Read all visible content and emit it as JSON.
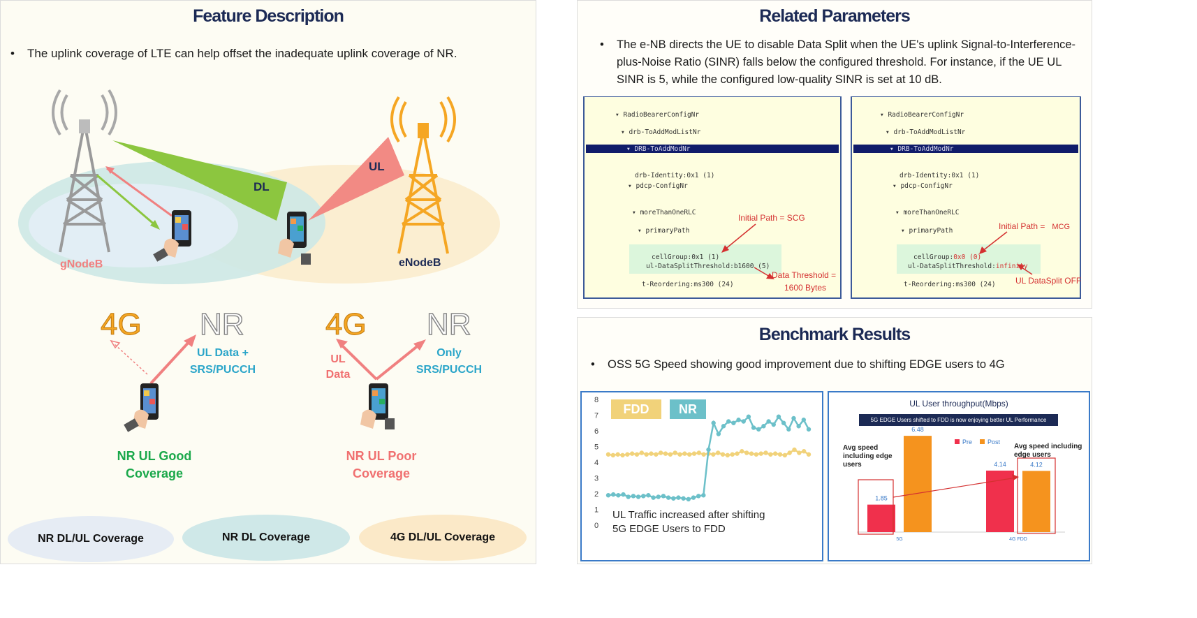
{
  "feature": {
    "title": "Feature Description",
    "bullet": "The uplink coverage of LTE can help offset the inadequate uplink coverage of NR.",
    "gnodeb": "gNodeB",
    "enodeb": "eNodeB",
    "dl": "DL",
    "ul": "UL",
    "left_4g": "4G",
    "left_nr": "NR",
    "left_arrow_label_1": "UL Data +",
    "left_arrow_label_2": "SRS/PUCCH",
    "right_4g": "4G",
    "right_nr": "NR",
    "right_ul_label_1": "UL",
    "right_ul_label_2": "Data",
    "right_only_1": "Only",
    "right_only_2": "SRS/PUCCH",
    "good_1": "NR UL Good",
    "good_2": "Coverage",
    "poor_1": "NR UL Poor",
    "poor_2": "Coverage",
    "legend_1": "NR DL/UL Coverage",
    "legend_2": "NR DL Coverage",
    "legend_3": "4G DL/UL Coverage",
    "colors": {
      "green": "#8cc63f",
      "red": "#f08080",
      "orange": "#f5a623",
      "nr_green": "#1aa84a",
      "nr_red": "#f07070",
      "cyan": "#2aa5c9"
    }
  },
  "params": {
    "title": "Related Parameters",
    "bullet": "The e-NB directs the UE to disable Data Split when the UE's uplink Signal-to-Interference-plus-Noise Ratio (SINR) falls below the configured threshold. For instance, if the UE UL SINR is 5, while the configured low-quality SINR is set at 10 dB.",
    "left": {
      "l1": "RadioBearerConfigNr",
      "l2": "drb-ToAddModListNr",
      "l3": "DRB-ToAddModNr",
      "l4": "drb-Identity:0x1 (1)",
      "l5": "pdcp-ConfigNr",
      "l6": "moreThanOneRLC",
      "l7": "primaryPath",
      "l8": "cellGroup:0x1 (1)",
      "l9": "ul-DataSplitThreshold:b1600 (5)",
      "l10": "t-Reordering:ms300 (24)",
      "a1": "Initial Path = SCG",
      "a2": "Data Threshold =",
      "a3": "1600 Bytes"
    },
    "right": {
      "l1": "RadioBearerConfigNr",
      "l2": "drb-ToAddModListNr",
      "l3": "DRB-ToAddModNr",
      "l4": "drb-Identity:0x1 (1)",
      "l5": "pdcp-ConfigNr",
      "l6": "moreThanOneRLC",
      "l7": "primaryPath",
      "l8a": "cellGroup:",
      "l8b": "0x0 (0)",
      "l9a": "ul-DataSplitThreshold:",
      "l9b": "infinity",
      "l10": "t-Reordering:ms300 (24)",
      "a1": "Initial Path =",
      "a1b": "MCG",
      "a2": "UL DataSplit OFF"
    }
  },
  "bench": {
    "title": "Benchmark Results",
    "bullet": "OSS 5G Speed showing good improvement due to shifting EDGE users to 4G",
    "line_caption_1": "UL Traffic increased after shifting",
    "line_caption_2": "5G EDGE Users to FDD",
    "bar_title": "UL User throughput(Mbps)",
    "bar_banner": "5G EDGE Users shifted to FDD is now enjoying better UL Performance",
    "avg_left_1": "Avg speed",
    "avg_left_2": "including edge",
    "avg_left_3": "users",
    "avg_right_1": "Avg speed including",
    "avg_right_2": "edge users"
  },
  "chart_data": [
    {
      "type": "line",
      "ylim": [
        0,
        8
      ],
      "yticks": [
        "0",
        "1",
        "2",
        "3",
        "4",
        "5",
        "6",
        "7",
        "8"
      ],
      "legend": [
        "FDD",
        "NR"
      ],
      "series": [
        {
          "name": "FDD",
          "color": "#f1d27a",
          "values": [
            4.5,
            4.45,
            4.5,
            4.45,
            4.5,
            4.55,
            4.5,
            4.6,
            4.5,
            4.55,
            4.5,
            4.6,
            4.55,
            4.5,
            4.6,
            4.5,
            4.55,
            4.5,
            4.55,
            4.6,
            4.5,
            4.55,
            4.5,
            4.6,
            4.5,
            4.45,
            4.5,
            4.55,
            4.7,
            4.6,
            4.55,
            4.5,
            4.55,
            4.6,
            4.5,
            4.55,
            4.5,
            4.45,
            4.6,
            4.8,
            4.6,
            4.7,
            4.5
          ]
        },
        {
          "name": "NR",
          "color": "#6cc0c9",
          "values": [
            1.9,
            1.95,
            1.9,
            1.95,
            1.8,
            1.85,
            1.8,
            1.85,
            1.9,
            1.75,
            1.8,
            1.85,
            1.75,
            1.7,
            1.75,
            1.7,
            1.65,
            1.75,
            1.85,
            1.9,
            4.8,
            6.5,
            5.8,
            6.3,
            6.6,
            6.5,
            6.7,
            6.6,
            6.9,
            6.2,
            6.1,
            6.3,
            6.6,
            6.4,
            6.9,
            6.5,
            6.1,
            6.8,
            6.3,
            6.7,
            6.1
          ]
        }
      ]
    },
    {
      "type": "bar",
      "title": "UL User throughput(Mbps)",
      "categories": [
        "5G",
        "4G FDD"
      ],
      "ylim": [
        0,
        7
      ],
      "series": [
        {
          "name": "Pre",
          "color": "#f0304c",
          "values": [
            1.85,
            4.14
          ]
        },
        {
          "name": "Post",
          "color": "#f5931e",
          "values": [
            6.48,
            4.12
          ]
        }
      ]
    }
  ]
}
